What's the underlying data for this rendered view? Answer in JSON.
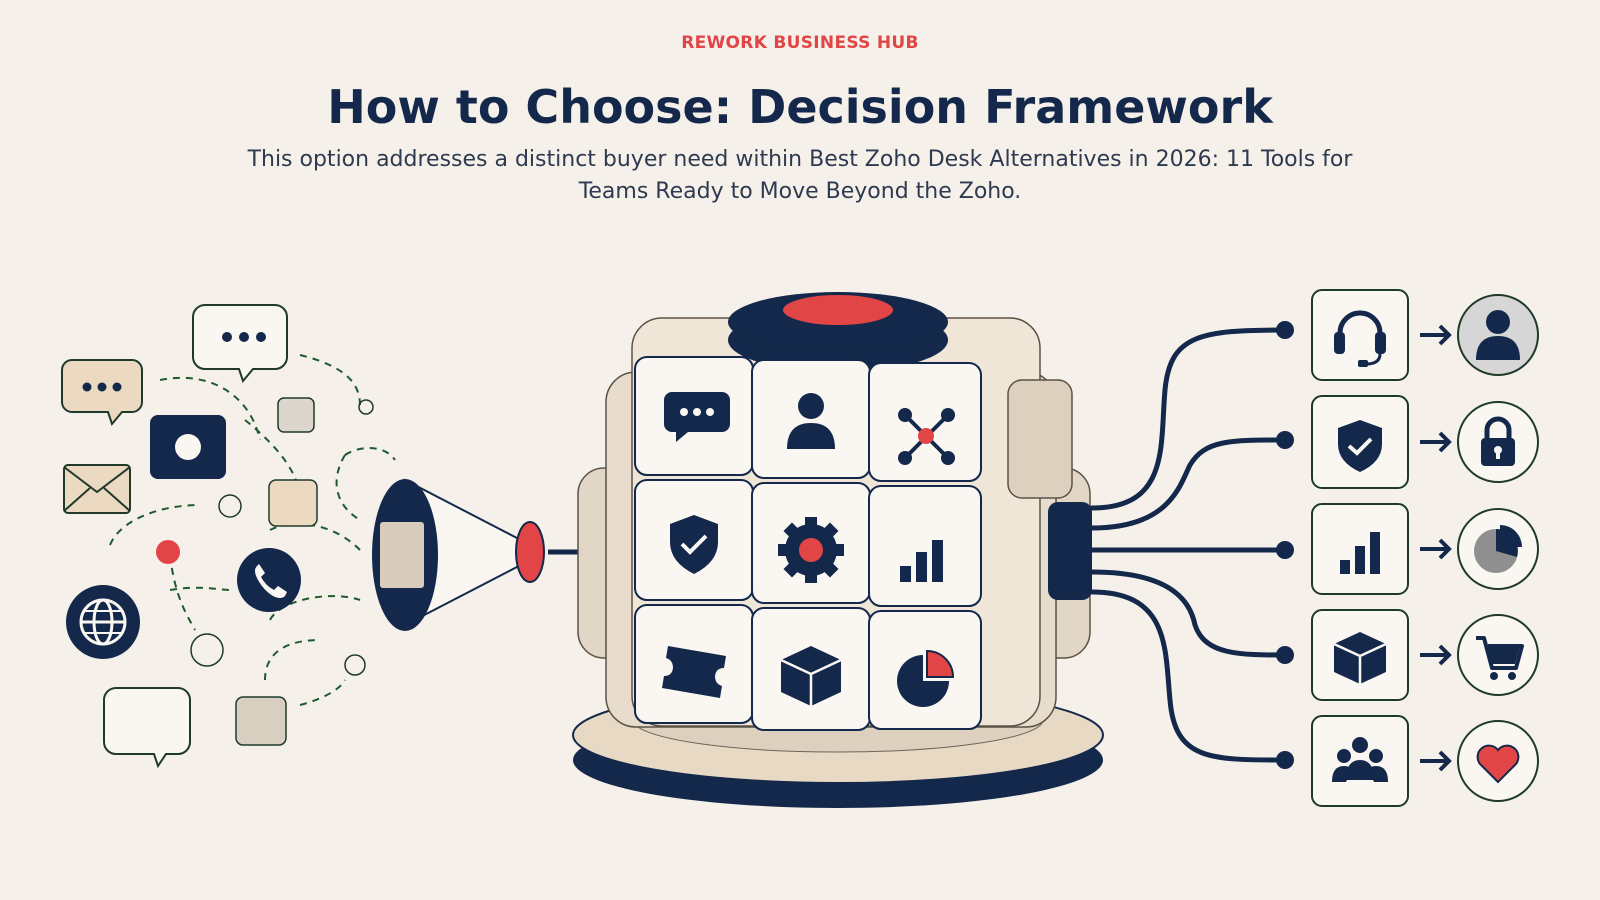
{
  "header": {
    "eyebrow": "REWORK BUSINESS HUB",
    "title": "How to Choose: Decision Framework",
    "subtitle": "This option addresses a distinct buyer need within Best Zoho Desk Alternatives in 2026: 11 Tools for Teams Ready to Move Beyond the Zoho."
  },
  "colors": {
    "background": "#f5f1ea",
    "navy": "#14284b",
    "accent": "#e14545",
    "beige": "#e8d9c4",
    "tile": "#faf7f2"
  },
  "inputs": {
    "icons": [
      "chat-bubble-icon",
      "chat-bubble-icon",
      "camera-icon",
      "square-icon",
      "envelope-icon",
      "square-icon",
      "phone-icon",
      "globe-icon",
      "chat-bubble-icon",
      "square-icon"
    ]
  },
  "hub": {
    "tiles": [
      "chat-icon",
      "user-icon",
      "network-icon",
      "shield-check-icon",
      "gear-icon",
      "bar-chart-icon",
      "ticket-icon",
      "box-icon",
      "pie-chart-icon"
    ]
  },
  "outputs": [
    {
      "source": "headset-icon",
      "result": "user-icon"
    },
    {
      "source": "shield-check-icon",
      "result": "lock-icon"
    },
    {
      "source": "bar-chart-icon",
      "result": "pie-chart-icon"
    },
    {
      "source": "box-icon",
      "result": "cart-icon"
    },
    {
      "source": "team-icon",
      "result": "heart-icon"
    }
  ]
}
